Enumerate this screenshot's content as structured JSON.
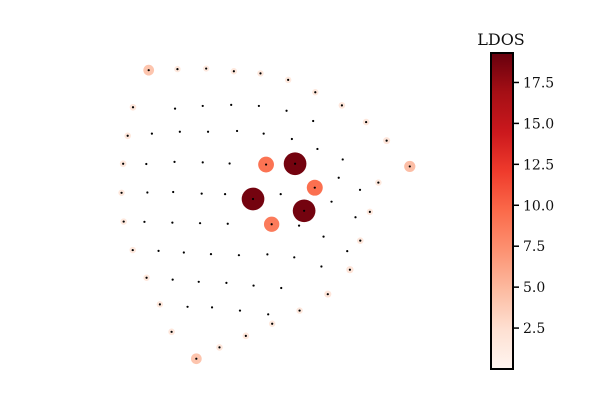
{
  "chart_data": {
    "type": "scatter",
    "title": "",
    "xlabel": "",
    "ylabel": "",
    "grid": false,
    "axes_visible": false,
    "colorbar": {
      "label": "LDOS",
      "range": [
        0.0,
        19.3
      ],
      "ticks": [
        2.5,
        5.0,
        7.5,
        10.0,
        12.5,
        15.0,
        17.5
      ],
      "tick_labels": [
        "2.5",
        "5.0",
        "7.5",
        "10.0",
        "12.5",
        "15.0",
        "17.5"
      ],
      "colormap": "Reds",
      "colormap_stops": [
        "#fff5f0",
        "#fee0d2",
        "#fcbba1",
        "#fc9272",
        "#fb6a4a",
        "#ef3b2c",
        "#cb181d",
        "#a50f15",
        "#67000d"
      ]
    },
    "site_marker_color": "#000000",
    "x_range": [
      -6.6,
      5.8
    ],
    "y_range": [
      -6.3,
      5.6
    ],
    "points": [
      {
        "x": -4.77,
        "y": 4.85,
        "ldos": 4.2
      },
      {
        "x": -3.69,
        "y": 4.89,
        "ldos": 1.5
      },
      {
        "x": -2.61,
        "y": 4.91,
        "ldos": 1.4
      },
      {
        "x": -1.57,
        "y": 4.81,
        "ldos": 1.5
      },
      {
        "x": -0.57,
        "y": 4.73,
        "ldos": 1.5
      },
      {
        "x": 0.47,
        "y": 4.49,
        "ldos": 1.5
      },
      {
        "x": 1.49,
        "y": 4.03,
        "ldos": 1.5
      },
      {
        "x": 2.49,
        "y": 3.54,
        "ldos": 1.6
      },
      {
        "x": 3.4,
        "y": 2.92,
        "ldos": 1.6
      },
      {
        "x": 4.17,
        "y": 2.23,
        "ldos": 1.8
      },
      {
        "x": 5.04,
        "y": 1.27,
        "ldos": 4.6
      },
      {
        "x": 3.86,
        "y": 0.67,
        "ldos": 1.5
      },
      {
        "x": 3.54,
        "y": -0.42,
        "ldos": 1.5
      },
      {
        "x": 3.18,
        "y": -1.49,
        "ldos": 1.6
      },
      {
        "x": 2.79,
        "y": -2.57,
        "ldos": 1.9
      },
      {
        "x": 1.96,
        "y": -3.48,
        "ldos": 1.8
      },
      {
        "x": 0.9,
        "y": -4.09,
        "ldos": 1.5
      },
      {
        "x": -0.13,
        "y": -4.58,
        "ldos": 1.5
      },
      {
        "x": -1.12,
        "y": -5.03,
        "ldos": 1.6
      },
      {
        "x": -2.11,
        "y": -5.46,
        "ldos": 1.6
      },
      {
        "x": -2.98,
        "y": -5.88,
        "ldos": 4.2
      },
      {
        "x": -3.91,
        "y": -4.88,
        "ldos": 1.6
      },
      {
        "x": -4.35,
        "y": -3.86,
        "ldos": 1.5
      },
      {
        "x": -4.85,
        "y": -2.87,
        "ldos": 1.5
      },
      {
        "x": -5.37,
        "y": -1.84,
        "ldos": 1.5
      },
      {
        "x": -5.71,
        "y": -0.78,
        "ldos": 1.5
      },
      {
        "x": -5.79,
        "y": 0.29,
        "ldos": 1.5
      },
      {
        "x": -5.73,
        "y": 1.37,
        "ldos": 1.6
      },
      {
        "x": -5.56,
        "y": 2.41,
        "ldos": 1.6
      },
      {
        "x": -5.36,
        "y": 3.47,
        "ldos": 1.6
      },
      {
        "x": -0.36,
        "y": 1.34,
        "ldos": 9.1
      },
      {
        "x": 0.73,
        "y": 1.37,
        "ldos": 18.8
      },
      {
        "x": 1.47,
        "y": 0.48,
        "ldos": 9.3
      },
      {
        "x": -0.85,
        "y": 0.06,
        "ldos": 18.8
      },
      {
        "x": 1.07,
        "y": -0.38,
        "ldos": 18.8
      },
      {
        "x": -0.15,
        "y": -0.88,
        "ldos": 8.6
      }
    ],
    "sites": [
      [
        -3.78,
        3.42
      ],
      [
        -2.74,
        3.52
      ],
      [
        -1.67,
        3.56
      ],
      [
        -0.63,
        3.52
      ],
      [
        0.41,
        3.34
      ],
      [
        1.41,
        2.96
      ],
      [
        -4.65,
        2.49
      ],
      [
        -3.6,
        2.56
      ],
      [
        -2.54,
        2.56
      ],
      [
        -1.45,
        2.59
      ],
      [
        -0.45,
        2.49
      ],
      [
        0.61,
        2.29
      ],
      [
        1.57,
        1.92
      ],
      [
        2.52,
        1.53
      ],
      [
        -4.86,
        1.36
      ],
      [
        -3.8,
        1.44
      ],
      [
        -2.74,
        1.42
      ],
      [
        -1.73,
        1.38
      ],
      [
        2.37,
        0.85
      ],
      [
        3.17,
        0.4
      ],
      [
        -4.82,
        0.3
      ],
      [
        -3.85,
        0.32
      ],
      [
        -2.78,
        0.26
      ],
      [
        -1.9,
        0.24
      ],
      [
        0.19,
        0.24
      ],
      [
        2.1,
        -0.04
      ],
      [
        3.0,
        -0.62
      ],
      [
        -4.93,
        -0.79
      ],
      [
        -3.88,
        -0.82
      ],
      [
        -2.84,
        -0.84
      ],
      [
        -1.8,
        -0.86
      ],
      [
        0.88,
        -0.93
      ],
      [
        1.8,
        -1.34
      ],
      [
        2.69,
        -1.88
      ],
      [
        -4.4,
        -1.87
      ],
      [
        -3.45,
        -1.93
      ],
      [
        -2.43,
        -1.99
      ],
      [
        -1.38,
        -2.03
      ],
      [
        -0.31,
        -2.0
      ],
      [
        0.7,
        -2.11
      ],
      [
        1.72,
        -2.45
      ],
      [
        -3.87,
        -2.94
      ],
      [
        -2.89,
        -3.02
      ],
      [
        -1.85,
        -3.06
      ],
      [
        -0.83,
        -3.16
      ],
      [
        0.21,
        -3.25
      ],
      [
        -3.31,
        -3.95
      ],
      [
        -2.39,
        -3.97
      ],
      [
        -1.34,
        -4.09
      ],
      [
        -0.28,
        -4.23
      ]
    ]
  }
}
